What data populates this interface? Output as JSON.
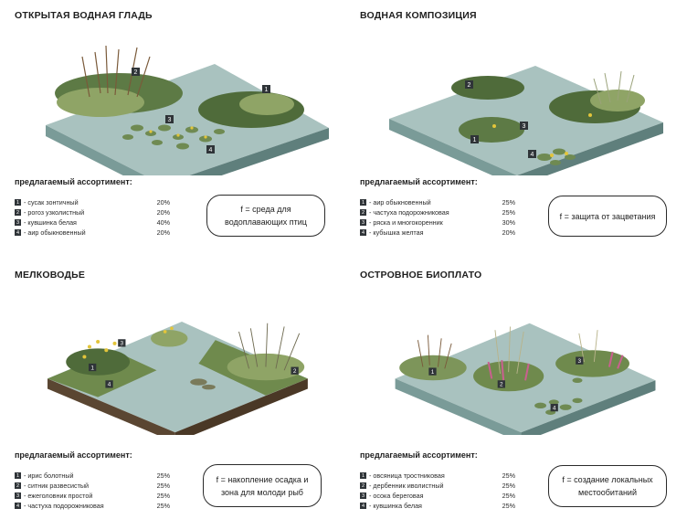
{
  "panels": [
    {
      "title": "ОТКРЫТАЯ ВОДНАЯ ГЛАДЬ",
      "subtitle": "предлагаемый ассортимент:",
      "items": [
        {
          "num": "1",
          "name": "- сусак зонтичный",
          "pct": "20%"
        },
        {
          "num": "2",
          "name": "- рогоз узколистный",
          "pct": "20%"
        },
        {
          "num": "3",
          "name": "- кувшинка белая",
          "pct": "40%"
        },
        {
          "num": "4",
          "name": "- аир обыкновенный",
          "pct": "20%"
        }
      ],
      "function_line1": "f = среда для",
      "function_line2": "водоплавающих птиц"
    },
    {
      "title": "ВОДНАЯ КОМПОЗИЦИЯ",
      "subtitle": "предлагаемый ассортимент:",
      "items": [
        {
          "num": "1",
          "name": "- аир обыкновенный",
          "pct": "25%"
        },
        {
          "num": "2",
          "name": "- частуха подорожниковая",
          "pct": "25%"
        },
        {
          "num": "3",
          "name": "- ряска и многокоренник",
          "pct": "30%"
        },
        {
          "num": "4",
          "name": "- кубышка желтая",
          "pct": "20%"
        }
      ],
      "function_line1": "f = защита от зацветания",
      "function_line2": ""
    },
    {
      "title": "МЕЛКОВОДЬЕ",
      "subtitle": "предлагаемый ассортимент:",
      "items": [
        {
          "num": "1",
          "name": "- ирис болотный",
          "pct": "25%"
        },
        {
          "num": "2",
          "name": "- ситник развесистый",
          "pct": "25%"
        },
        {
          "num": "3",
          "name": "- ежеголовник простой",
          "pct": "25%"
        },
        {
          "num": "4",
          "name": "- частуха подорожниковая",
          "pct": "25%"
        }
      ],
      "function_line1": "f = накопление осадка и",
      "function_line2": "зона для молоди рыб"
    },
    {
      "title": "ОСТРОВНОЕ БИОПЛАТО",
      "subtitle": "предлагаемый ассортимент:",
      "items": [
        {
          "num": "1",
          "name": "- овсяница тростниковая",
          "pct": "25%"
        },
        {
          "num": "2",
          "name": "- дербенник иволистный",
          "pct": "25%"
        },
        {
          "num": "3",
          "name": "- осока береговая",
          "pct": "25%"
        },
        {
          "num": "4",
          "name": "- кувшинка белая",
          "pct": "25%"
        }
      ],
      "function_line1": "f = создание локальных",
      "function_line2": "местообитаний"
    }
  ],
  "colors": {
    "water_top": "#a9c2bf",
    "water_side_left": "#7a9b98",
    "water_side_right": "#5f7f7c",
    "soil": "#5a4632",
    "grass_dark": "#4f6b3a",
    "grass_light": "#8fa466",
    "reed": "#7a5a3a",
    "lily_pad": "#6f8a52",
    "flower_yellow": "#e3c53a",
    "flower_pink": "#c9608f",
    "marker": "#2f3438"
  }
}
